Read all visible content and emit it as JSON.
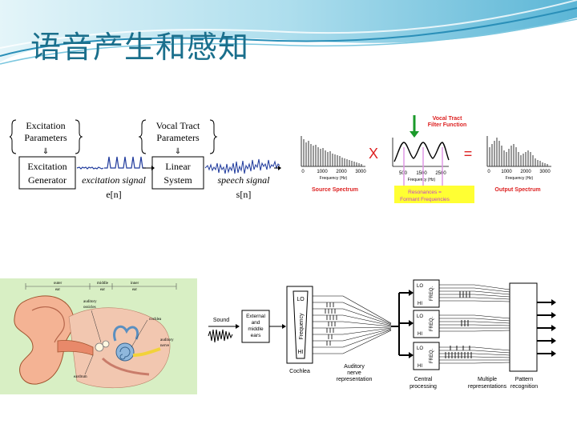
{
  "slide": {
    "title": "语音产生和感知"
  },
  "production": {
    "excitation_params": [
      "Excitation",
      "Parameters"
    ],
    "vocal_tract_params": [
      "Vocal Tract",
      "Parameters"
    ],
    "excitation_generator": [
      "Excitation",
      "Generator"
    ],
    "linear_system": [
      "Linear",
      "System"
    ],
    "excitation_signal": "excitation signal",
    "excitation_symbol": "e[n]",
    "speech_signal": "speech signal",
    "speech_symbol": "s[n]"
  },
  "spectrum": {
    "filter_title": [
      "Vocal Tract",
      "Filter Function"
    ],
    "times": "X",
    "equals": "=",
    "source_ticks": [
      "0",
      "1000",
      "2000",
      "3000"
    ],
    "filter_ticks": [
      "500",
      "1500",
      "2500"
    ],
    "output_ticks": [
      "0",
      "1000",
      "2000",
      "3000"
    ],
    "axis_label": "Frequency (Hz)",
    "source_label": "Source Spectrum",
    "output_label": "Output Spectrum",
    "resonance_label": [
      "Resonances =",
      "Formant Frequencies"
    ]
  },
  "ear": {
    "outer": [
      "outer",
      "ear"
    ],
    "middle": [
      "middle",
      "ear"
    ],
    "inner": [
      "inner",
      "ear"
    ],
    "ossicles": [
      "auditory",
      "ossicles"
    ],
    "cochlea": "cochlea",
    "nerve": [
      "auditory",
      "nerve"
    ],
    "eardrum": "eardrum"
  },
  "perception": {
    "sound": "Sound",
    "external_ears": [
      "External",
      "and",
      "middle",
      "ears"
    ],
    "lo": "LO",
    "hi": "HI",
    "frequency": "Frequency",
    "freq": "FREQ.",
    "cochlea": "Cochlea",
    "auditory_nerve": [
      "Auditory",
      "nerve",
      "representation"
    ],
    "central": [
      "Central",
      "processing"
    ],
    "multiple": [
      "Multiple",
      "representations"
    ],
    "pattern": [
      "Pattern",
      "recognition"
    ]
  }
}
